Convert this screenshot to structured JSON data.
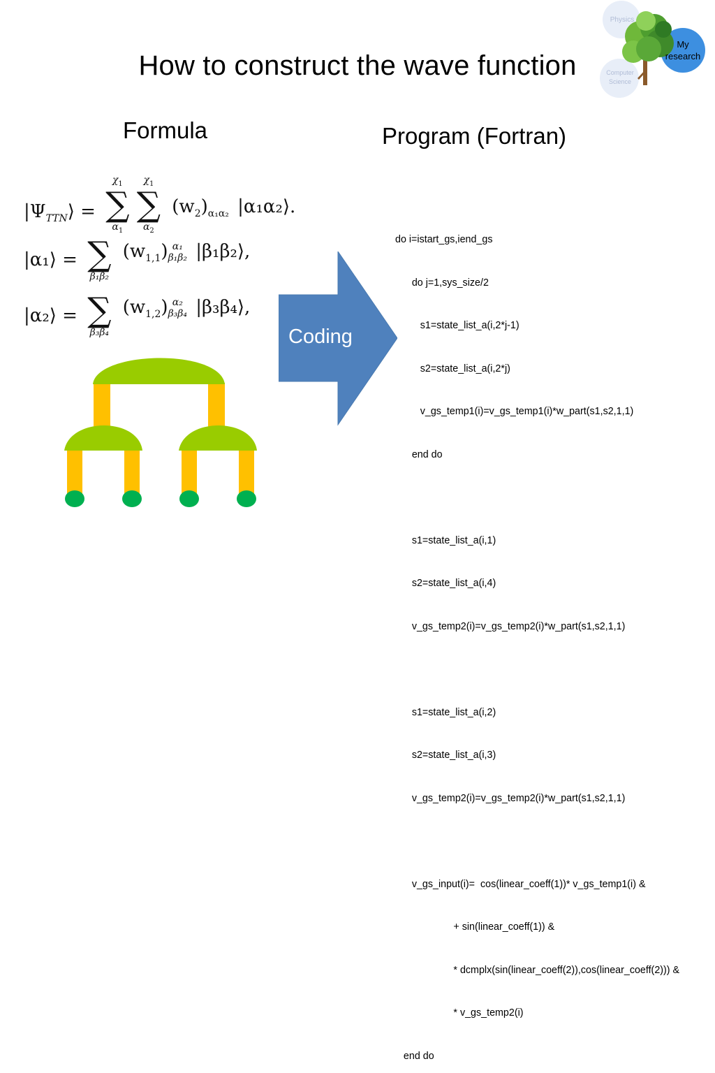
{
  "slide": {
    "title": "How to construct the wave function",
    "formula_heading": "Formula",
    "program_heading": "Program (Fortran)"
  },
  "logo": {
    "circles": [
      {
        "label": "Physics",
        "color": "#e8eef8"
      },
      {
        "label": "Computer\nScience",
        "color": "#e8eef8"
      },
      {
        "label": "My\nresearch",
        "color": "#3d8fe0"
      }
    ],
    "icon": "tree-icon"
  },
  "formula": {
    "eq1": {
      "lhs": "|Ψ",
      "lhs_sub": "TTN",
      "lhs_close": "⟩ =",
      "sum1_top": "χ",
      "sum1_top_sub": "1",
      "sum1_bottom": "α",
      "sum1_bottom_sub": "1",
      "sum2_top": "χ",
      "sum2_top_sub": "1",
      "sum2_bottom": "α",
      "sum2_bottom_sub": "2",
      "term": "(w",
      "term_sub": "2",
      "term_close": ")",
      "term_idx": "α₁α₂",
      "ket": "|α₁α₂⟩."
    },
    "eq2": {
      "lhs": "|α₁⟩ =",
      "sum_bottom": "β₁β₂",
      "term": "(w",
      "term_sub": "1,1",
      "term_close": ")",
      "term_sup": "α₁",
      "term_idx": "β₁β₂",
      "ket": "|β₁β₂⟩,"
    },
    "eq3": {
      "lhs": "|α₂⟩ =",
      "sum_bottom": "β₃β₄",
      "term": "(w",
      "term_sub": "1,2",
      "term_close": ")",
      "term_sup": "α₂",
      "term_idx": "β₃β₄",
      "ket": "|β₃β₄⟩,"
    }
  },
  "tree": {
    "icon": "tensor-tree-diagram",
    "node_color": "#99cc00",
    "bond_color": "#ffc000",
    "leaf_color": "#00b050"
  },
  "arrow": {
    "label": "Coding",
    "color": "#4f81bd"
  },
  "code": {
    "lines": [
      "do i=istart_gs,iend_gs",
      "      do j=1,sys_size/2",
      "         s1=state_list_a(i,2*j-1)",
      "         s2=state_list_a(i,2*j)",
      "         v_gs_temp1(i)=v_gs_temp1(i)*w_part(s1,s2,1,1)",
      "      end do",
      "",
      "      s1=state_list_a(i,1)",
      "      s2=state_list_a(i,4)",
      "      v_gs_temp2(i)=v_gs_temp2(i)*w_part(s1,s2,1,1)",
      "",
      "      s1=state_list_a(i,2)",
      "      s2=state_list_a(i,3)",
      "      v_gs_temp2(i)=v_gs_temp2(i)*w_part(s1,s2,1,1)",
      "",
      "      v_gs_input(i)=  cos(linear_coeff(1))* v_gs_temp1(i) &",
      "                     + sin(linear_coeff(1)) &",
      "                     * dcmplx(sin(linear_coeff(2)),cos(linear_coeff(2))) &",
      "                     * v_gs_temp2(i)",
      "   end do"
    ]
  }
}
